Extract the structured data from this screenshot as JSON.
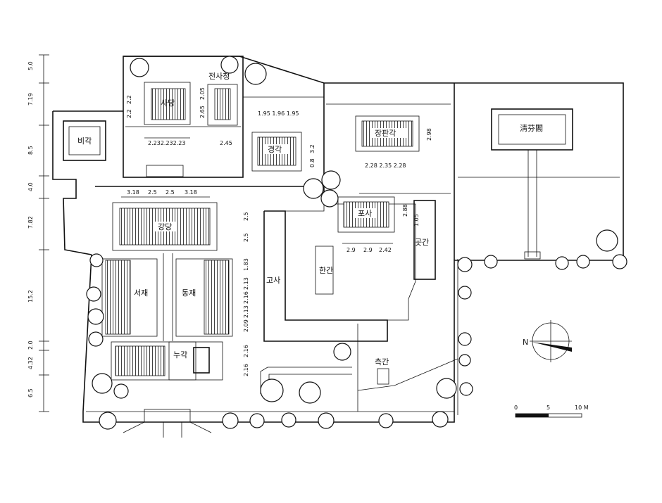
{
  "buildings": {
    "jeonsacheong": "전사청",
    "sadang": "사당",
    "bigak": "비각",
    "gyeonggak": "경각",
    "janggak": "장판각",
    "cheongbungak": "淸芬閣",
    "gangdang": "강당",
    "posa": "포사",
    "gotgan": "곳간",
    "seojae": "서재",
    "dongjae": "동재",
    "gosa": "고사",
    "hangan": "한간",
    "nugak": "누각",
    "chukgan": "측간"
  },
  "dimensions": {
    "left_axis": [
      "5.0",
      "7.19",
      "8.5",
      "4.0",
      "7.82",
      "15.2",
      "2.0",
      "4.32",
      "6.5"
    ],
    "sadang_h1": "2.2",
    "sadang_h2": "2.2",
    "sadang_r1": "2.05",
    "sadang_r2": "2.65",
    "jeonsa_w": "2.232.232.23",
    "jeonsa_r": "2.45",
    "gyeong_top": "1.95 1.96 1.95",
    "gyeong_r1": "3.2",
    "gyeong_r2": "0.8",
    "janggak_w": "2.28 2.35 2.28",
    "janggak_r": "2.98",
    "gangdang_w": [
      "3.18",
      "2.5",
      "2.5",
      "3.18"
    ],
    "gangdang_r1": "2.5",
    "gangdang_r2": "2.5",
    "posa_w": [
      "2.9",
      "2.9",
      "2.42"
    ],
    "posa_r1": "2.88",
    "posa_r2": "1.05",
    "dongjae_r": [
      "1.83",
      "2.13",
      "2.16",
      "2.13",
      "2.09"
    ],
    "nugak_r1": "2.16",
    "nugak_r2": "2.16"
  },
  "compass": {
    "north": "N"
  },
  "scale": {
    "zero": "0",
    "mid": "5",
    "end": "10 M"
  }
}
